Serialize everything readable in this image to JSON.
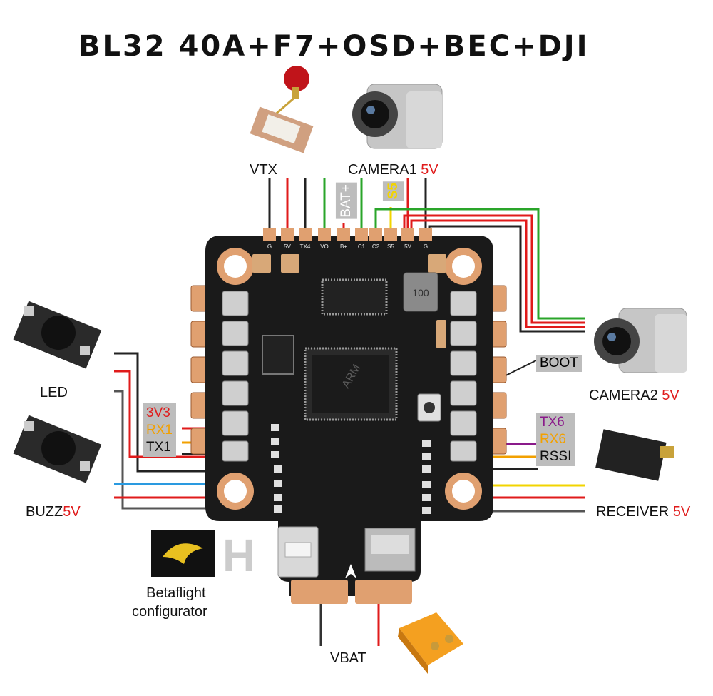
{
  "title": "BL32 40A+F7+OSD+BEC+DJI",
  "labels": {
    "vtx": "VTX",
    "camera1": "CAMERA1",
    "camera1_volt": "5V",
    "camera2": "CAMERA2",
    "camera2_volt": "5V",
    "led": "LED",
    "buzz": "BUZZ",
    "buzz_volt": "5V",
    "boot": "BOOT",
    "receiver": "RECEIVER",
    "receiver_volt": "5V",
    "betaflight_line1": "Betaflight",
    "betaflight_line2": "configurator",
    "vbat": "VBAT",
    "bat_plus": "BAT+",
    "s5": "S5"
  },
  "uart_left": {
    "v33": "3V3",
    "rx1": "RX1",
    "tx1": "TX1"
  },
  "uart_right": {
    "tx6": "TX6",
    "rx6": "RX6",
    "rssi": "RSSI"
  },
  "top_pads": [
    "G",
    "5V",
    "TX4",
    "VO",
    "B+",
    "C1",
    "C2",
    "S5",
    "5V",
    "G"
  ],
  "chips": {
    "mcu": "ARM",
    "inductor": "100",
    "brand_letter": "H"
  },
  "colors": {
    "wire_red": "#e01b1b",
    "wire_black": "#222222",
    "wire_green": "#2aa52a",
    "wire_yellow": "#f2d400",
    "wire_orange": "#f2a000",
    "wire_purple": "#8a1a8a",
    "wire_blue": "#2a9ae0",
    "wire_gray": "#555555",
    "pcb": "#1a1a1a",
    "pad": "#e0a070"
  }
}
